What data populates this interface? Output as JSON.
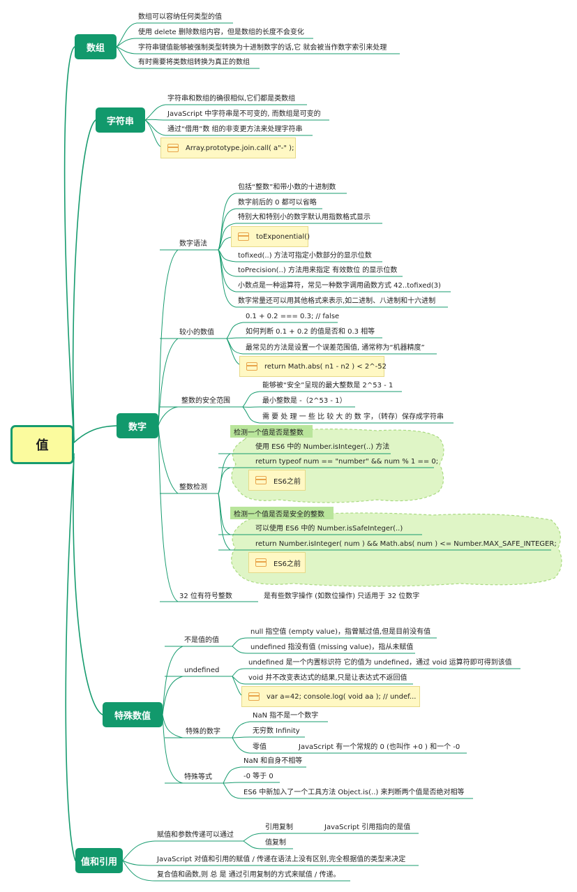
{
  "root": "值",
  "colors": {
    "edge": "#169b6e",
    "topic": "#12996c",
    "root_fill": "#fbfb9e",
    "note_fill": "#fff8c4",
    "cloud_fill": "#dff5c6",
    "tag_fill": "#b9e59b"
  },
  "array": {
    "title": "数组",
    "items": [
      "数组可以容纳任何类型的值",
      "使用 delete 删除数组内容，但是数组的长度不会变化",
      "字符串键值能够被强制类型转换为十进制数字的话,它 就会被当作数字索引来处理",
      "有时需要将类数组转换为真正的数组"
    ]
  },
  "string": {
    "title": "字符串",
    "items": [
      "字符串和数组的确很相似,它们都是类数组",
      "JavaScript 中字符串是不可变的, 而数组是可变的",
      "通过“借用”数 组的非变更方法来处理字符串"
    ],
    "code": "Array.prototype.join.call( a\"-\" );"
  },
  "number": {
    "title": "数字",
    "syntax": {
      "label": "数字语法",
      "items": [
        "包括“整数”和带小数的十进制数",
        "数字前后的 0 都可以省略",
        "特别大和特别小的数字默认用指数格式显示",
        "tofixed(..) 方法可指定小数部分的显示位数",
        "toPrecision(..) 方法用来指定 有效数位 的显示位数",
        "小数点是一种运算符，常见一种数字调用函数方式 42..tofixed(3)",
        "数字常量还可以用其他格式来表示,如二进制、八进制和十六进制"
      ],
      "code": "toExponential()"
    },
    "small": {
      "label": "较小的数值",
      "items": [
        "0.1 + 0.2 === 0.3; // false",
        "如何判断 0.1 + 0.2 的值是否和 0.3 相等",
        "最常见的方法是设置一个误差范围值, 通常称为“机器精度”"
      ],
      "code": "return Math.abs( n1 - n2 ) < 2^-52"
    },
    "safe": {
      "label": "整数的安全范围",
      "items": [
        "能够被“安全”呈现的最大整数是 2^53 - 1",
        "最小整数是 -（2^53 - 1）",
        "需 要 处 理 一 些 比 较 大 的 数 字，（转存）保存成字符串"
      ]
    },
    "check": {
      "label": "整数检测",
      "g1_tag": "检测一个值是否是整数",
      "g1_items": [
        "使用 ES6 中的 Number.isInteger(..) 方法",
        "return typeof num == \"number\" && num % 1 == 0;"
      ],
      "g1_code": "ES6之前",
      "g2_tag": "检测一个值是否是安全的整数",
      "g2_items": [
        "可以使用 ES6 中的 Number.isSafeInteger(..)",
        "return Number.isInteger( num ) && Math.abs( num ) <= Number.MAX_SAFE_INTEGER;"
      ],
      "g2_code": "ES6之前"
    },
    "int32": {
      "label": "32 位有符号整数",
      "item": "是有些数字操作 (如数位操作) 只适用于 32 位数字"
    }
  },
  "special": {
    "title": "特殊数值",
    "notvalue": {
      "label": "不是值的值",
      "items": [
        "null 指空值 (empty value)，指曾赋过值,但是目前没有值",
        "undefined 指没有值 (missing value)，指从未赋值"
      ]
    },
    "undef": {
      "label": "undefined",
      "items": [
        "undefined 是一个内置标识符 它的值为 undefined，通过 void 运算符即可得到该值",
        "void 并不改变表达式的结果,只是让表达式不返回值"
      ],
      "code": "var a=42; console.log( void aa ); // undef..."
    },
    "specialnum": {
      "label": "特殊的数字",
      "items": [
        "NaN 指不是一个数字",
        "无穷数 Infinity",
        "零值"
      ],
      "zero": "JavaScript 有一个常规的 0 (也叫作 +0 ) 和一个 -0"
    },
    "eq": {
      "label": "特殊等式",
      "items": [
        "NaN 和自身不相等",
        "-0 等于 0",
        "ES6 中新加入了一个工具方法 Object.is(..) 来判断两个值是否绝对相等"
      ]
    }
  },
  "ref": {
    "title": "值和引用",
    "assign": {
      "label": "赋值和参数传递可以通过",
      "ref_copy": "引用复制",
      "ref_desc": "JavaScript 引用指向的是值",
      "val_copy": "值复制"
    },
    "items": [
      "JavaScript 对值和引用的赋值 / 传递在语法上没有区别,完全根据值的类型来决定",
      "复合值和函数,则 总 是 通过引用复制的方式来赋值 / 传递。"
    ]
  }
}
